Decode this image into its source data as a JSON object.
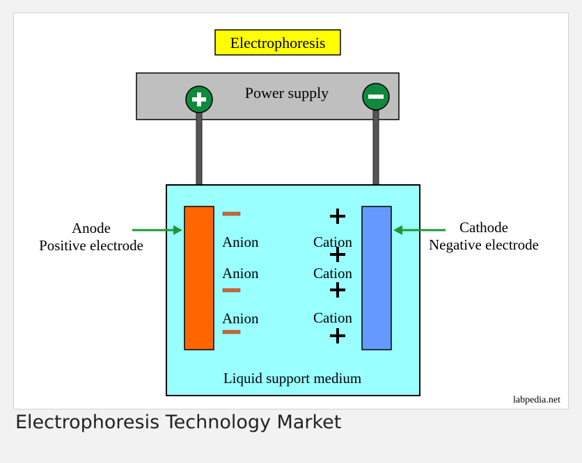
{
  "diagram": {
    "title": "Electrophoresis",
    "power_supply_label": "Power supply",
    "anode": {
      "name": "Anode",
      "description": "Positive electrode"
    },
    "cathode": {
      "name": "Cathode",
      "description": "Negative electrode"
    },
    "anion_labels": [
      "Anion",
      "Anion",
      "Anion"
    ],
    "cation_labels": [
      "Cation",
      "Cation",
      "Cation"
    ],
    "medium_label": "Liquid support medium",
    "watermark": "labpedia.net",
    "colors": {
      "title_fill": "#ffff00",
      "power_supply_fill": "#bfbfbf",
      "terminal_fill": "#0f8a3c",
      "medium_fill": "#99ffff",
      "anode_fill": "#ff6600",
      "cathode_fill": "#6699ff",
      "arrow_color": "#1a9933",
      "anion_mark": "#cc6633"
    }
  },
  "caption": "Electrophoresis Technology Market"
}
